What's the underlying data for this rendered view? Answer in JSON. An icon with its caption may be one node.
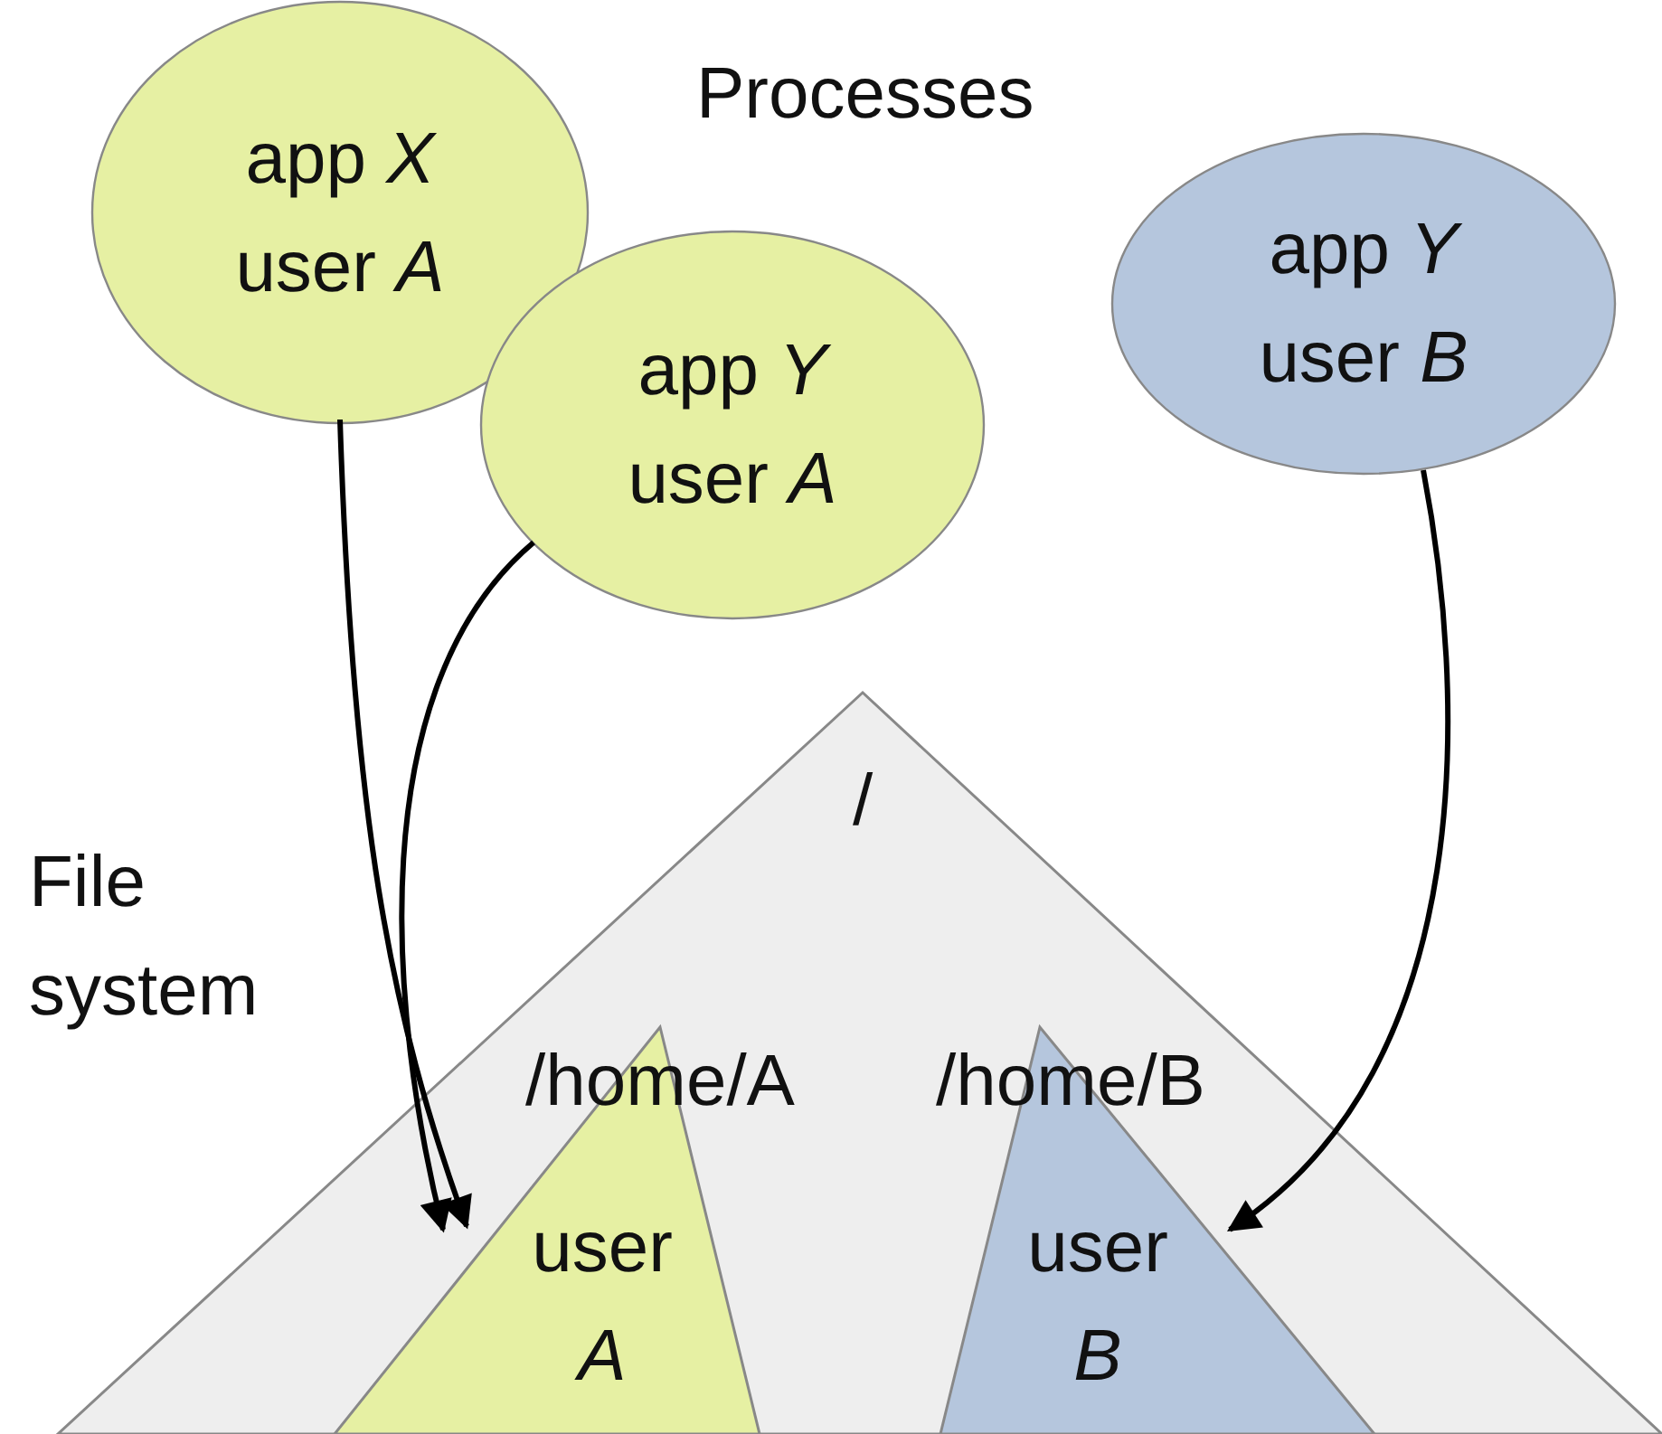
{
  "diagram": {
    "nodes": [
      {
        "text": [
          "app *X* user *A*"
        ]
      },
      {
        "text": [
          "app *Y* user *A*"
        ]
      },
      {
        "text": [
          "app *Y* user *B*"
        ]
      },
      {
        "text": [
          "/"
        ]
      },
      {
        "text": [
          "/home/A",
          "user *A*"
        ],
        "in": 3
      },
      {
        "text": [
          "/home/B",
          "user *B*"
        ],
        "in": 3
      }
    ],
    "edges": [
      {
        "from": 0,
        "to": 4,
        "arrow": "to"
      },
      {
        "from": 1,
        "to": 4,
        "arrow": "to"
      },
      {
        "from": 2,
        "to": 5,
        "arrow": "to"
      }
    ],
    "labels": [
      "Processes",
      "File system"
    ]
  }
}
